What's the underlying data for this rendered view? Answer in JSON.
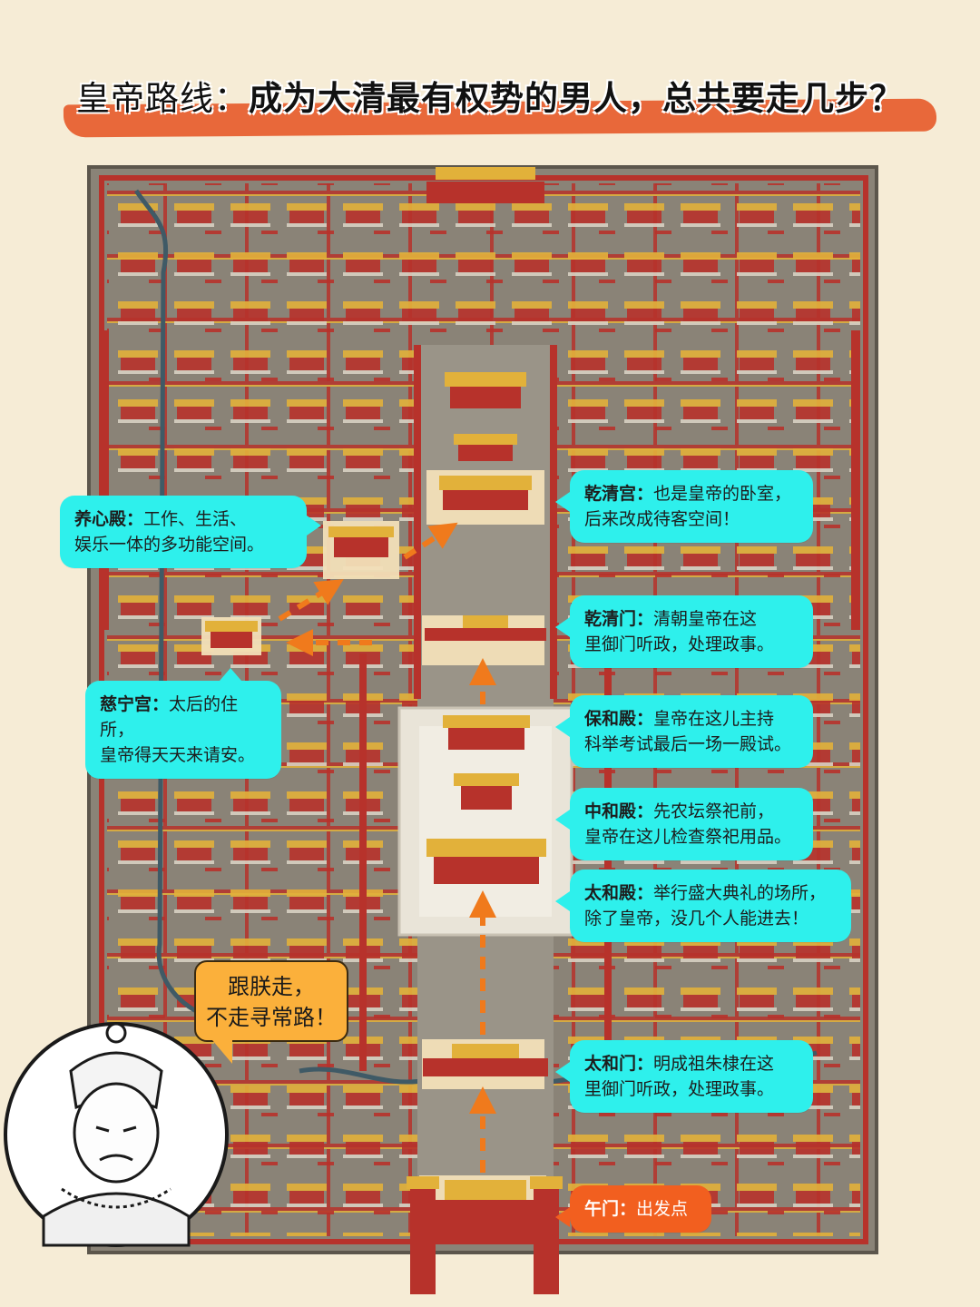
{
  "title": {
    "prefix": "皇帝路线：",
    "main": "成为大清最有权势的男人，总共要走几步？"
  },
  "colors": {
    "background": "#f6ecd6",
    "title_stripe": "#e8683a",
    "callout": "#2ef0ec",
    "callout_start": "#f25f1f",
    "speech_bubble": "#fbb03b",
    "route_arrow": "#f07a1c",
    "palace_wall": "#b7322b",
    "palace_roof": "#e2b13a",
    "ground": "#8a8377"
  },
  "callouts": {
    "yangxindian": {
      "name": "养心殿：",
      "line1": "工作、生活、",
      "line2": "娱乐一体的多功能空间。"
    },
    "qianqinggong": {
      "name": "乾清宫：",
      "line1": "也是皇帝的卧室，",
      "line2": "后来改成待客空间！"
    },
    "qianqingmen": {
      "name": "乾清门：",
      "line1": "清朝皇帝在这",
      "line2": "里御门听政，处理政事。"
    },
    "cininggong": {
      "name": "慈宁宫：",
      "line1": "太后的住所，",
      "line2": "皇帝得天天来请安。"
    },
    "baohedian": {
      "name": "保和殿：",
      "line1": "皇帝在这儿主持",
      "line2": "科举考试最后一场一殿试。"
    },
    "zhonghedian": {
      "name": "中和殿：",
      "line1": "先农坛祭祀前，",
      "line2": "皇帝在这儿检查祭祀用品。"
    },
    "taihedian": {
      "name": "太和殿：",
      "line1": "举行盛大典礼的场所，",
      "line2": "除了皇帝，没几个人能进去！"
    },
    "taihemen": {
      "name": "太和门：",
      "line1": "明成祖朱棣在这",
      "line2": "里御门听政，处理政事。"
    },
    "wumen": {
      "name": "午门：",
      "line1": "出发点"
    }
  },
  "speech": {
    "line1": "跟朕走，",
    "line2": "不走寻常路！"
  },
  "icons": {
    "arrow": "route-arrow",
    "emperor": "emperor-illustration"
  }
}
